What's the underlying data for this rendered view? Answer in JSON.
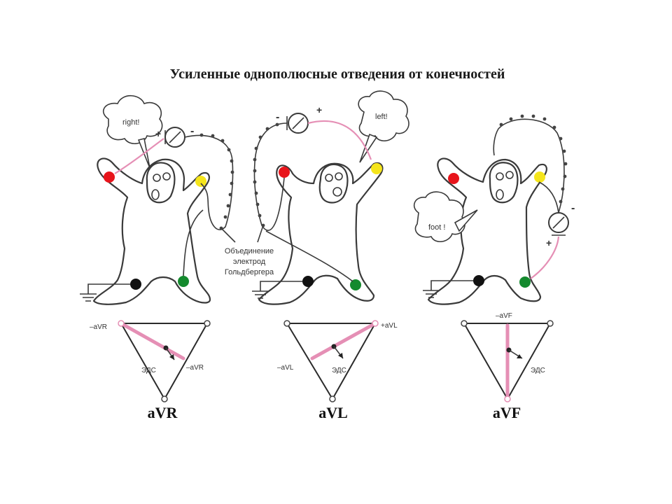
{
  "title": "Усиленные однополюсные отведения от конечностей",
  "note": [
    "Объединение",
    "электрод",
    "Гольдбергера"
  ],
  "figures": [
    {
      "speech": "right!",
      "plus": "+",
      "minus": "-",
      "tri_label_pos": "–aVR",
      "tri_label_neg": "–aVR",
      "tri_label_eds": "ЭДС",
      "caption": "aVR"
    },
    {
      "speech": "left!",
      "plus": "+",
      "minus": "-",
      "tri_label_pos": "+aVL",
      "tri_label_neg": "–aVL",
      "tri_label_eds": "ЭДС",
      "caption": "aVL"
    },
    {
      "speech": "foot !",
      "plus": "+",
      "minus": "-",
      "tri_label_pos": "–aVF",
      "tri_label_neg": "",
      "tri_label_eds": "ЭДС",
      "caption": "aVF"
    }
  ],
  "colors": {
    "red": "#e8141b",
    "yellow": "#f5e51b",
    "black": "#111111",
    "green": "#148a2e",
    "pink": "#e58fb5"
  }
}
